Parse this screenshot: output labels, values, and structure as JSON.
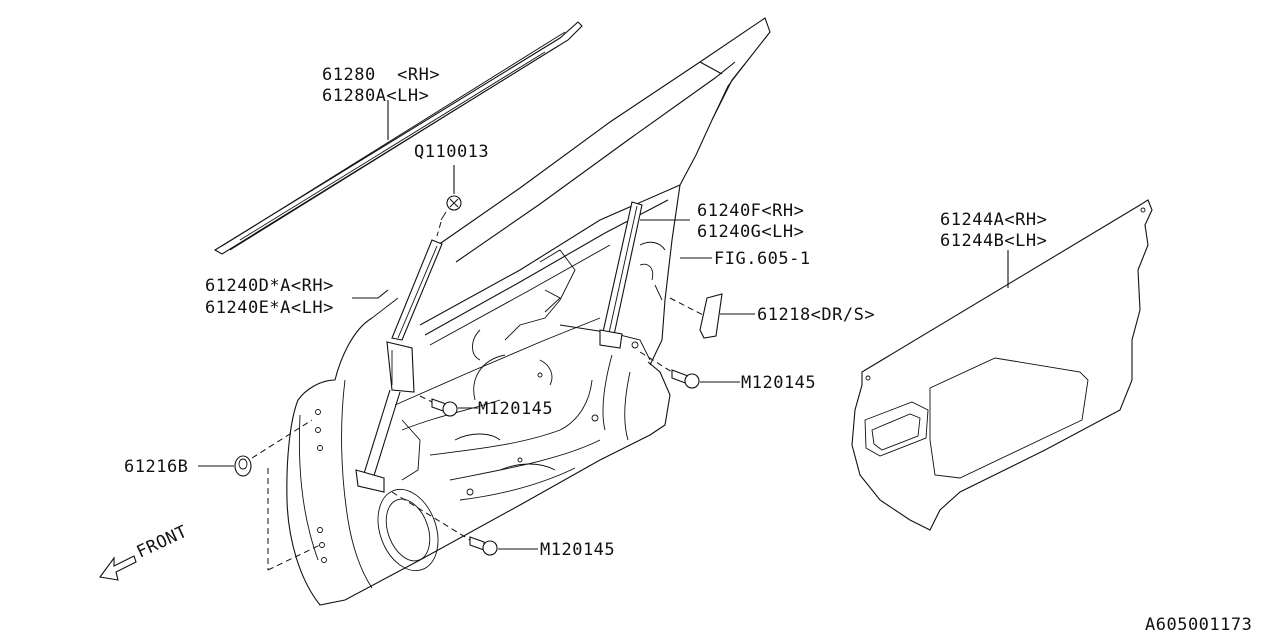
{
  "diagram_id": "A605001173",
  "front_label": "FRONT",
  "parts": {
    "weatherstrip": {
      "line1": "61280  <RH>",
      "line2": "61280A<LH>"
    },
    "clip": {
      "line1": "Q110013"
    },
    "sash_rear": {
      "line1": "61240F<RH>",
      "line2": "61240G<LH>"
    },
    "fig_ref": {
      "line1": "FIG.605-1"
    },
    "sash_front": {
      "line1": "61240D*A<RH>",
      "line2": "61240E*A<LH>"
    },
    "sealing_cover": {
      "line1": "61244A<RH>",
      "line2": "61244B<LH>"
    },
    "plug": {
      "line1": "61218<DR/S>"
    },
    "bolt_right": {
      "line1": "M120145"
    },
    "bolt_center": {
      "line1": "M120145"
    },
    "bolt_bottom": {
      "line1": "M120145"
    },
    "grommet": {
      "line1": "61216B"
    }
  }
}
